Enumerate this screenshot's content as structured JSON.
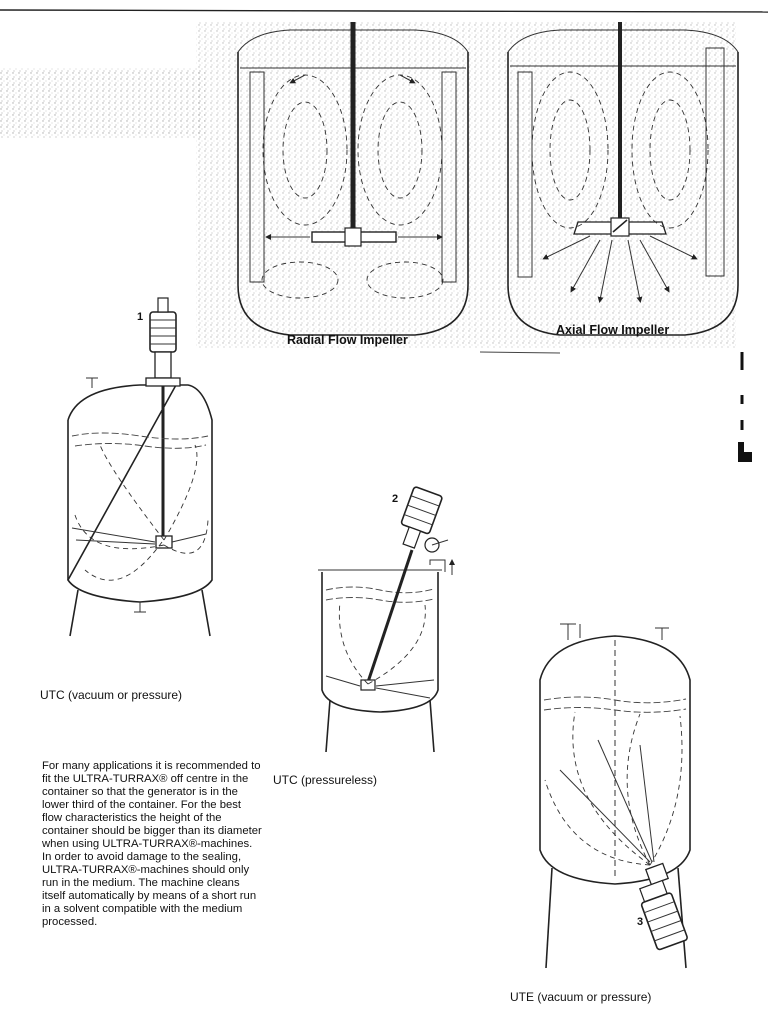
{
  "captions": {
    "radial": "Radial Flow Impeller",
    "axial": "Axial Flow Impeller",
    "utc_vacuum": "UTC (vacuum or pressure)",
    "utc_pressureless": "UTC (pressureless)",
    "ute": "UTE (vacuum or pressure)"
  },
  "numbers": {
    "n1": "1",
    "n2": "2",
    "n3": "3"
  },
  "body_text": "For many applications it is recommended to fit the ULTRA-TURRAX® off centre in the container so that the generator is in the lower third of the container. For the best flow characteristics the height of the container should be bigger than its diameter when using ULTRA-TURRAX®-machines. In order to avoid damage to the sealing, ULTRA-TURRAX®-machines should only run in the medium. The machine cleans itself automatically by means of a short run in a solvent compatible with the medium processed."
}
